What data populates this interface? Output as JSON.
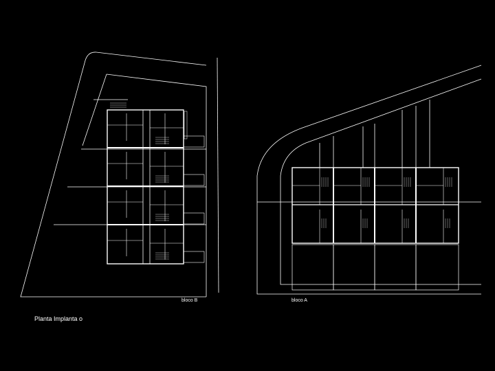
{
  "drawing": {
    "caption": "Planta Implanta   o",
    "block_b_label": "bloco B",
    "block_a_label": "bloco A",
    "line_color": "#ffffff",
    "background_color": "#000000"
  }
}
